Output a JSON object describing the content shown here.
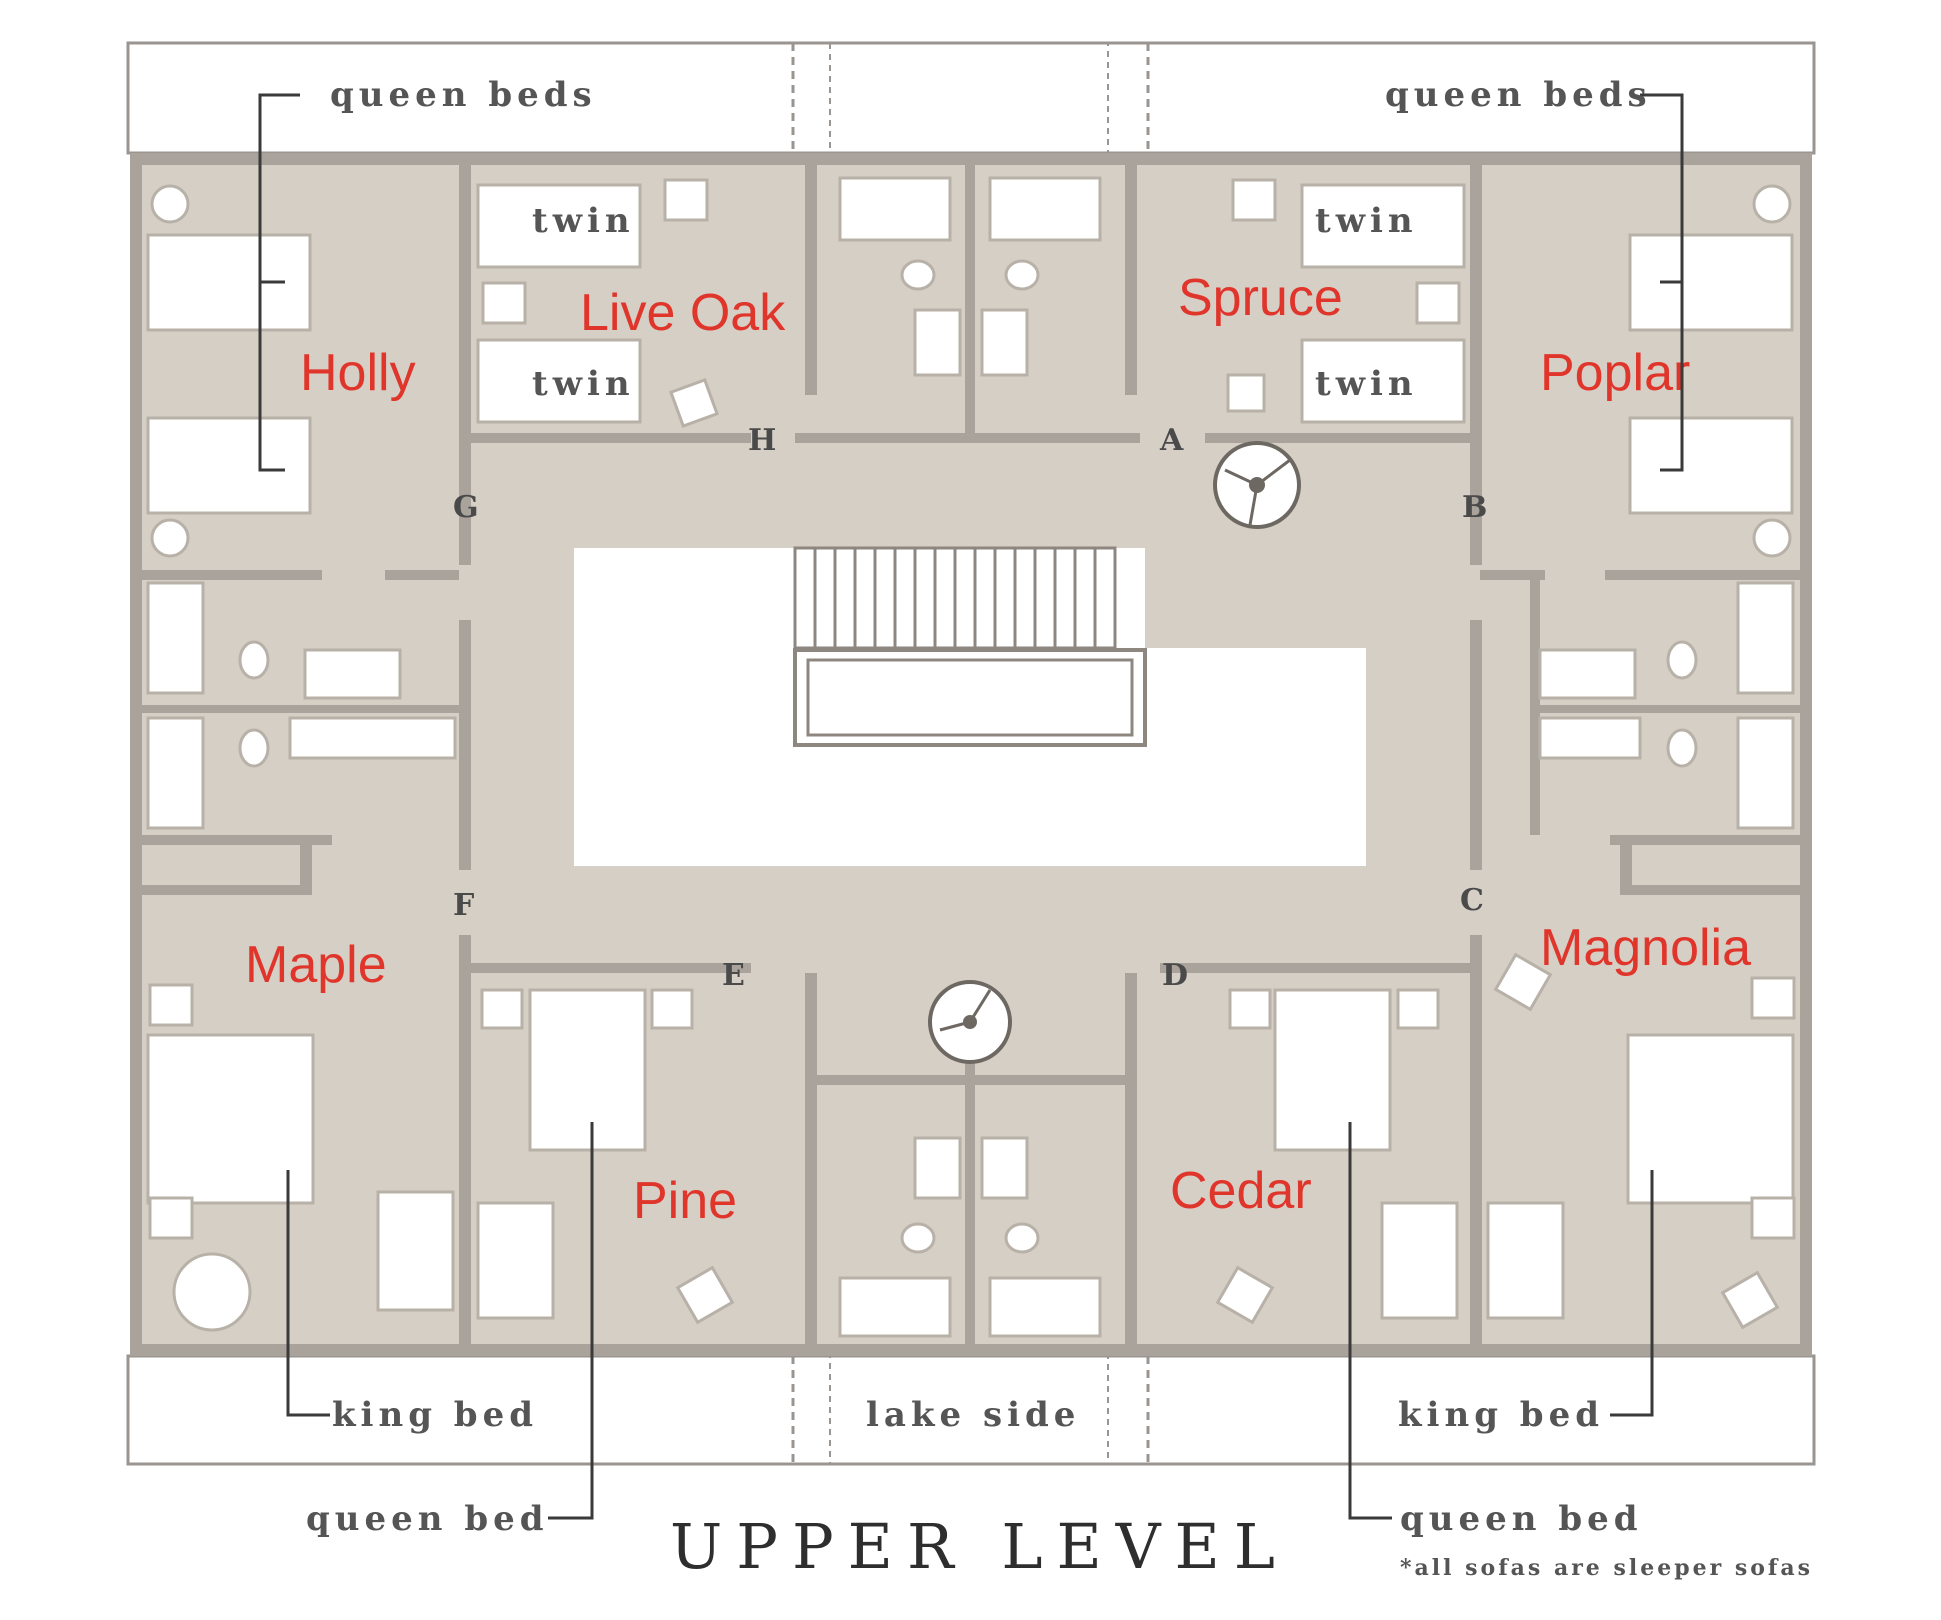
{
  "title": "UPPER LEVEL",
  "footnote": "*all sofas are sleeper sofas",
  "rooms": {
    "holly": "Holly",
    "live_oak": "Live Oak",
    "spruce": "Spruce",
    "poplar": "Poplar",
    "maple": "Maple",
    "pine": "Pine",
    "cedar": "Cedar",
    "magnolia": "Magnolia"
  },
  "bed_labels": {
    "queen_beds_left": "queen beds",
    "queen_beds_right": "queen beds",
    "twin_live_oak_top": "twin",
    "twin_live_oak_bottom": "twin",
    "twin_spruce_top": "twin",
    "twin_spruce_bottom": "twin",
    "king_bed_left": "king bed",
    "king_bed_right": "king bed",
    "queen_bed_left": "queen bed",
    "queen_bed_right": "queen bed",
    "lake_side": "lake side"
  },
  "doors": {
    "a": "A",
    "b": "B",
    "c": "C",
    "d": "D",
    "e": "E",
    "f": "F",
    "g": "G",
    "h": "H"
  },
  "colors": {
    "room_label": "#e0352b",
    "floor": "#d6cfc6",
    "wall": "#a9a39c"
  }
}
